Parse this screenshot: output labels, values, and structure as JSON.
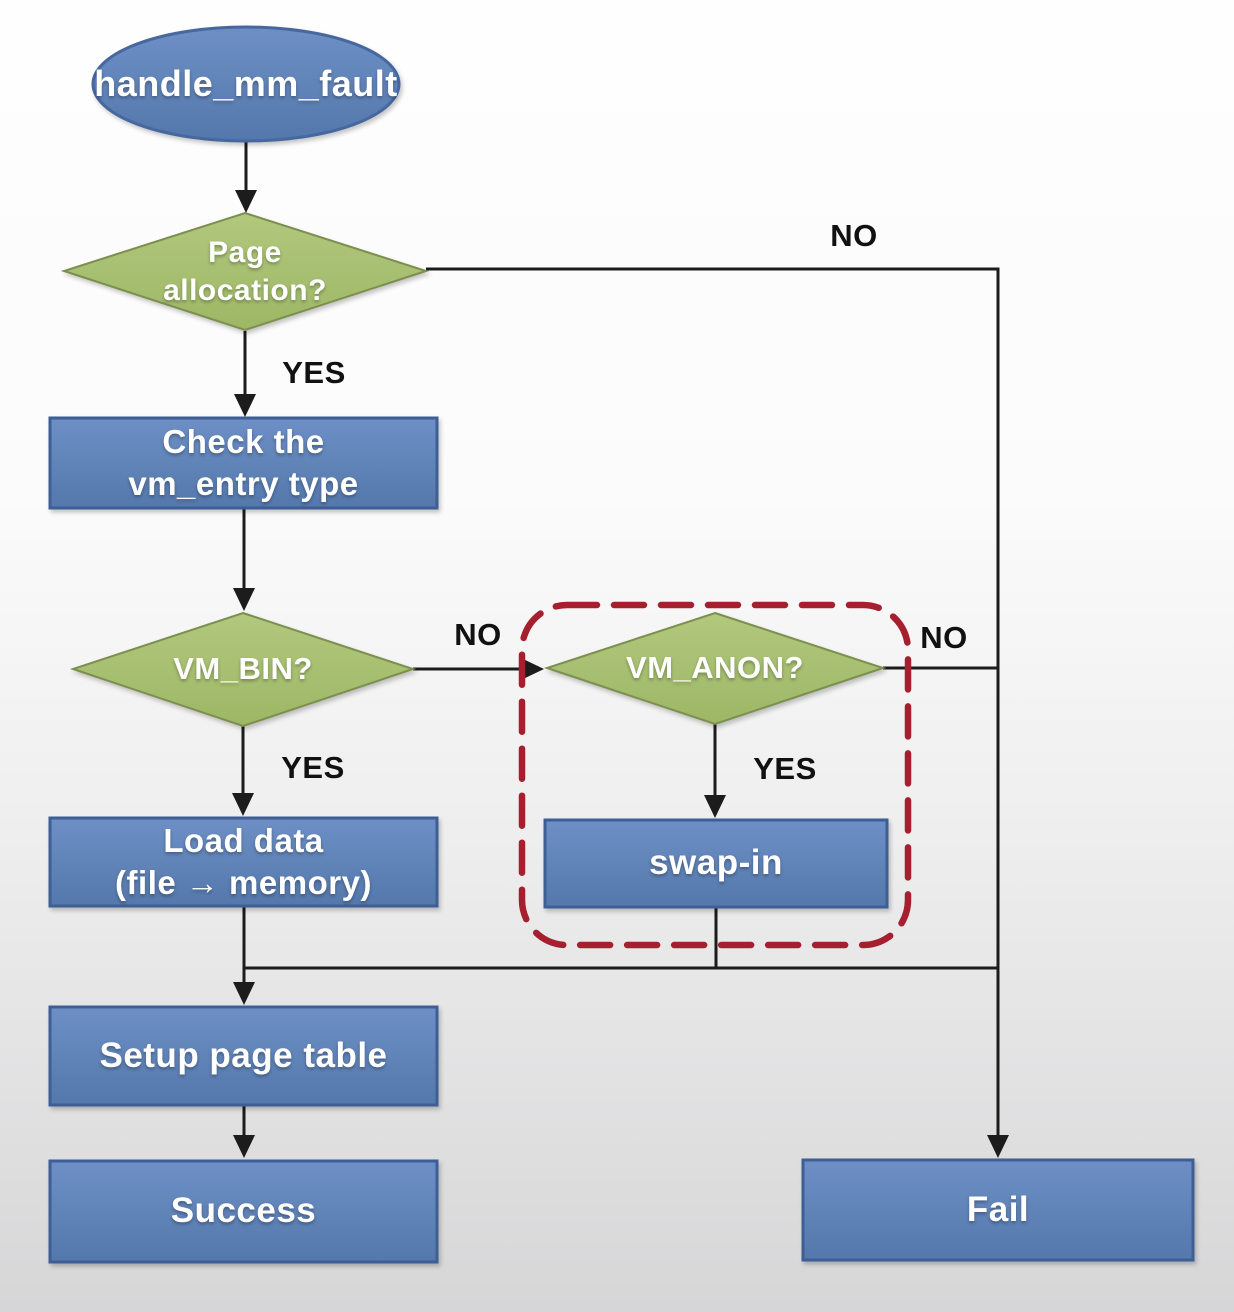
{
  "colors": {
    "process_fill": "#5f82b8",
    "process_border": "#3e5f96",
    "terminator_fill": "#6285bd",
    "decision_fill": "#a9c173",
    "decision_border": "#7c8f4e",
    "connector_line": "#1c1c1c",
    "dashed_highlight": "#a51f2f",
    "node_text": "#ffffff",
    "edge_label_text": "#111111"
  },
  "nodes": {
    "start": {
      "label": "handle_mm_fault"
    },
    "page_allocation": {
      "label": "Page allocation?"
    },
    "check_vm_entry": {
      "line1": "Check the",
      "line2": "vm_entry type"
    },
    "vm_bin": {
      "label": "VM_BIN?"
    },
    "vm_anon": {
      "label": "VM_ANON?"
    },
    "load_data": {
      "line1": "Load data",
      "line2": "(file → memory)"
    },
    "swap_in": {
      "label": "swap-in"
    },
    "setup_page_table": {
      "label": "Setup page table"
    },
    "success": {
      "label": "Success"
    },
    "fail": {
      "label": "Fail"
    }
  },
  "edge_labels": {
    "page_allocation_no": "NO",
    "page_allocation_yes": "YES",
    "vm_bin_no": "NO",
    "vm_bin_yes": "YES",
    "vm_anon_no": "NO",
    "vm_anon_yes": "YES"
  }
}
